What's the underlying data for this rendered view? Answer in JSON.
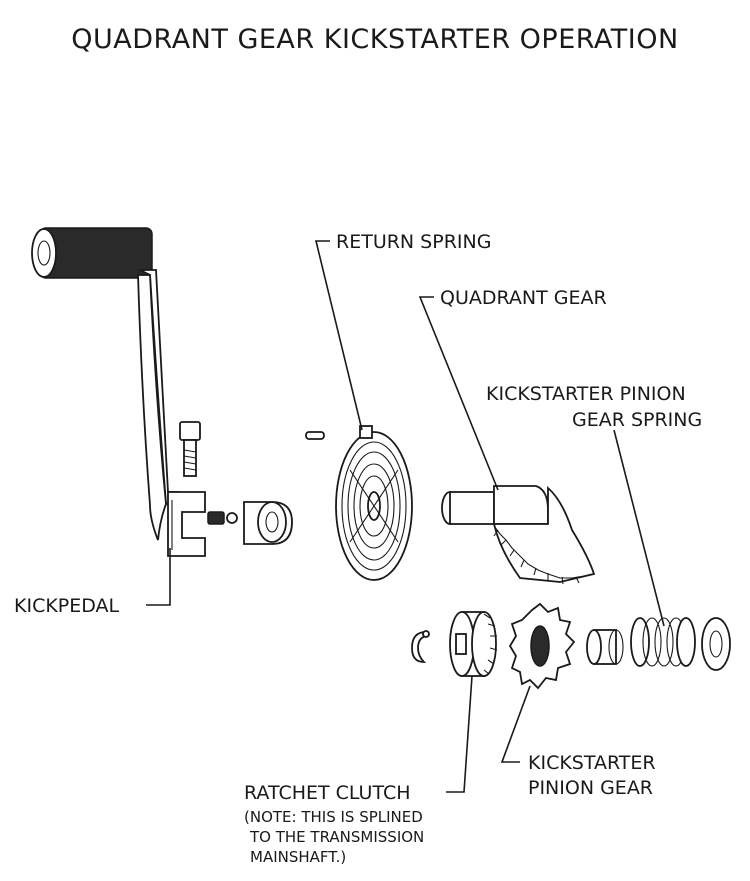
{
  "title": "QUADRANT GEAR KICKSTARTER OPERATION",
  "labels": {
    "return_spring": "RETURN SPRING",
    "quadrant_gear": "QUADRANT GEAR",
    "pinion_spring_line1": "KICKSTARTER PINION",
    "pinion_spring_line2": "GEAR SPRING",
    "kickpedal": "KICKPEDAL",
    "ratchet_clutch": "RATCHET CLUTCH",
    "ratchet_note_line1": "(NOTE:  THIS IS SPLINED",
    "ratchet_note_line2": "TO THE TRANSMISSION",
    "ratchet_note_line3": "MAINSHAFT.)",
    "pinion_gear_line1": "KICKSTARTER",
    "pinion_gear_line2": "PINION GEAR"
  },
  "colors": {
    "ink": "#1a1a1a",
    "background": "#ffffff"
  }
}
